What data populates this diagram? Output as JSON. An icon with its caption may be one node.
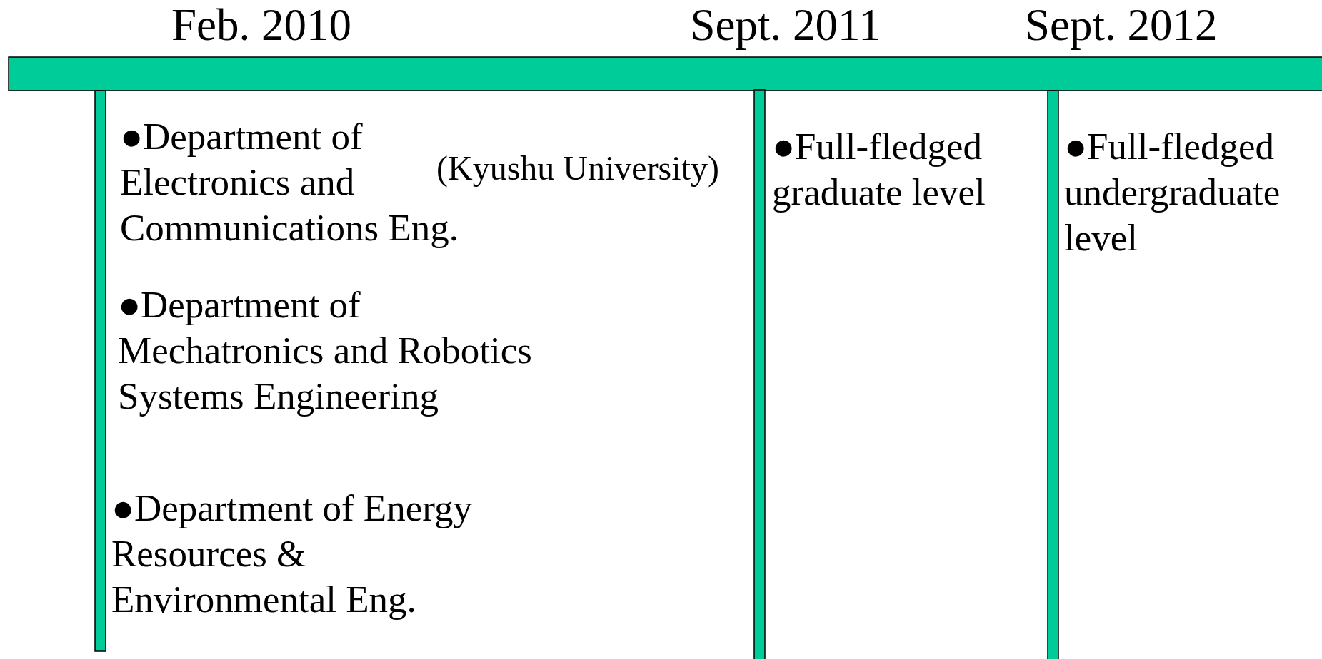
{
  "diagram": {
    "labels": [
      "Feb. 2010",
      "Sept. 2011",
      "Sept. 2012",
      "●Department of Electronics and Communications Eng.",
      "(Kyushu University)",
      "●Department of Mechatronics and Robotics Systems Engineering",
      "●Department of Energy Resources & Environmental Eng.",
      "●Full-fledged graduate level",
      "●Full-fledged undergraduate level"
    ]
  }
}
